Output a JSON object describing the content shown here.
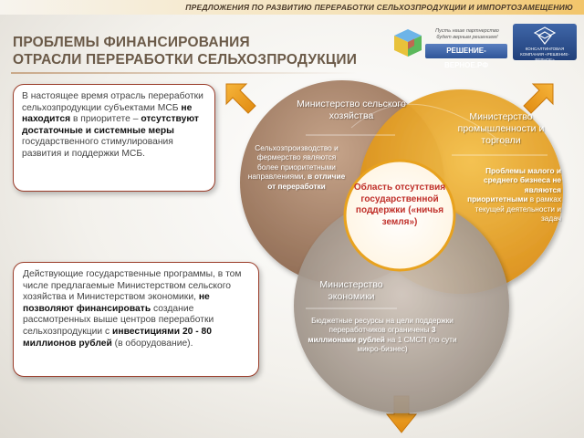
{
  "header": {
    "top_banner": "ПРЕДЛОЖЕНИЯ ПО РАЗВИТИЮ ПЕРЕРАБОТКИ СЕЛЬХОЗПРОДУКЦИИ И ИМПОРТОЗАМЕЩЕНИЮ",
    "title_line1": "ПРОБЛЕМЫ ФИНАНСИРОВАНИЯ",
    "title_line2": "ОТРАСЛИ ПЕРЕРАБОТКИ СЕЛЬХОЗПРОДУКЦИИ"
  },
  "logos": {
    "logo1_tagline": "Пусть наше партнерство будет верным решением!",
    "logo1_site": "РЕШЕНИЕ-ВЕРНОЕ.РФ",
    "logo2_caption": "КОНСАЛТИНГОВАЯ КОМПАНИЯ «РЕШЕНИЕ-ВЕРНОЕ»"
  },
  "box1": {
    "p1": "В настоящее время отрасль переработки сельхозпродукции субъектами МСБ",
    "b1": "не находится",
    "p2": "в приоритете –",
    "b2": "отсутствуют достаточные и системные меры",
    "p3": "государственного   стимулирования развития и поддержки МСБ."
  },
  "box2": {
    "p1": "Действующие государственные программы, в том числе предлагаемые Министерством сельского хозяйства и Министерством экономики,",
    "b1": "не позволяют финансировать",
    "p2": "создание рассмотренных выше центров переработки сельхозпродукции с",
    "b2": "инвестициями 20 - 80 миллионов рублей",
    "p3": "(в оборудование)."
  },
  "venn": {
    "agri_title": "Министерство сельского хозяйства",
    "agri_text": "Сельхозпроизводство и фермерство являются более приоритетными направлениями,",
    "agri_bold": "в отличие от переработки",
    "industry_title": "Министерство промышленности и торговли",
    "industry_bold": "Проблемы малого и среднего бизнеса не являются приоритетными",
    "industry_text": "в рамках текущей деятельности и задач",
    "economy_title": "Министерство экономики",
    "economy_text1": "Бюджетные ресурсы на цели поддержки переработчиков ограничены",
    "economy_bold": "3 миллионами рублей",
    "economy_text2": "на 1 СМСП",
    "economy_text3": "(по сути микро-бизнес)",
    "center_label": "Область отсутствия государственной поддержки («ничья земля»)"
  },
  "colors": {
    "accent": "#f0a020",
    "box_border": "#9b3d2a",
    "center_text": "#c0302a",
    "agri_circle": "#a8826a",
    "industry_circle": "#e8a21e",
    "economy_circle": "#b0a398"
  }
}
